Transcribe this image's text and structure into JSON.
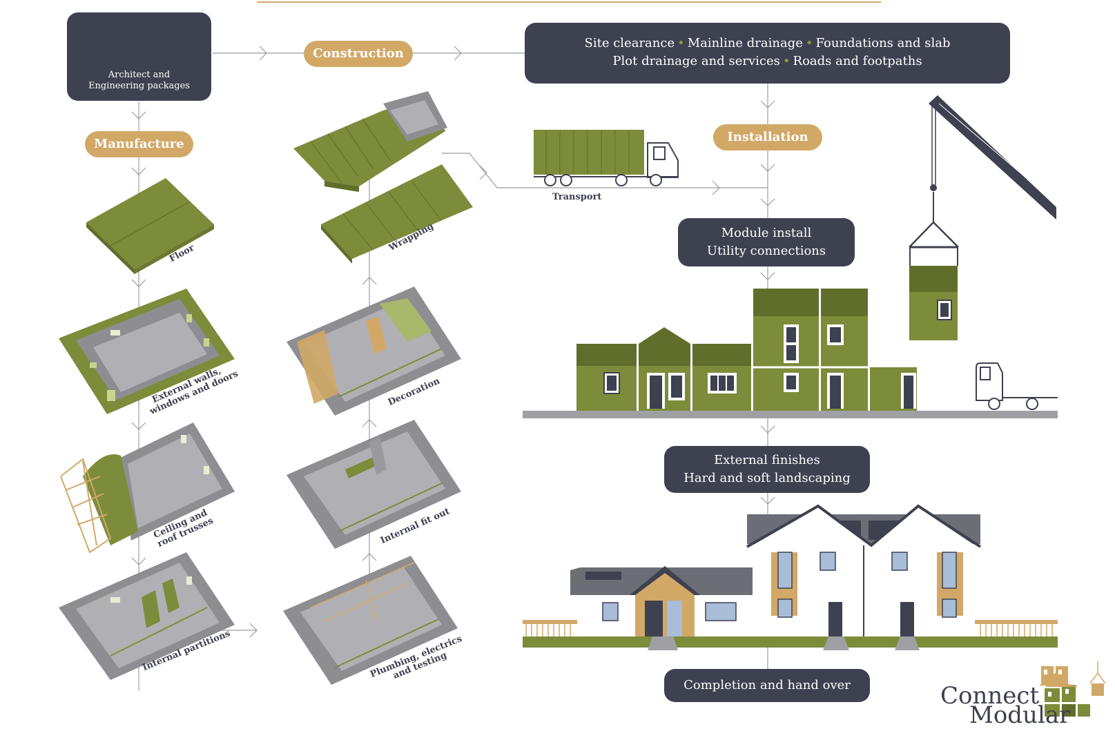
{
  "top_box": {
    "line1": "Architect and",
    "line2": "Engineering packages",
    "icon": "computer-blueprint-icon"
  },
  "construction": {
    "label": "Construction"
  },
  "site_works": {
    "line1": [
      "Site clearance",
      "Mainline drainage",
      "Foundations and slab"
    ],
    "line2": [
      "Plot drainage and services",
      "Roads and footpaths"
    ],
    "separator": "•"
  },
  "manufacture": {
    "label": "Manufacture"
  },
  "installation": {
    "label": "Installation"
  },
  "transport": {
    "label": "Transport"
  },
  "module_install": {
    "line1": "Module install",
    "line2": "Utility connections"
  },
  "external_finishes": {
    "line1": "External finishes",
    "line2": "Hard and soft landscaping"
  },
  "completion": {
    "label": "Completion and hand over"
  },
  "steps_left": {
    "floor": "Floor",
    "external_walls_1": "External walls,",
    "external_walls_2": "windows and doors",
    "ceiling_1": "Ceiling and",
    "ceiling_2": "roof trusses",
    "partitions": "Internal partitions"
  },
  "steps_right": {
    "wrapping": "Wrapping",
    "decoration": "Decoration",
    "fit_out": "Internal fit out",
    "plumbing_1": "Plumbing, electrics",
    "plumbing_2": "and testing"
  },
  "logo": {
    "line1": "Connect",
    "line2": "Modular"
  },
  "colors": {
    "dark": "#3d4150",
    "gold": "#d2a867",
    "green": "#7c8c3a",
    "green_dark": "#5f6e2a",
    "grey": "#a0a0a4"
  }
}
